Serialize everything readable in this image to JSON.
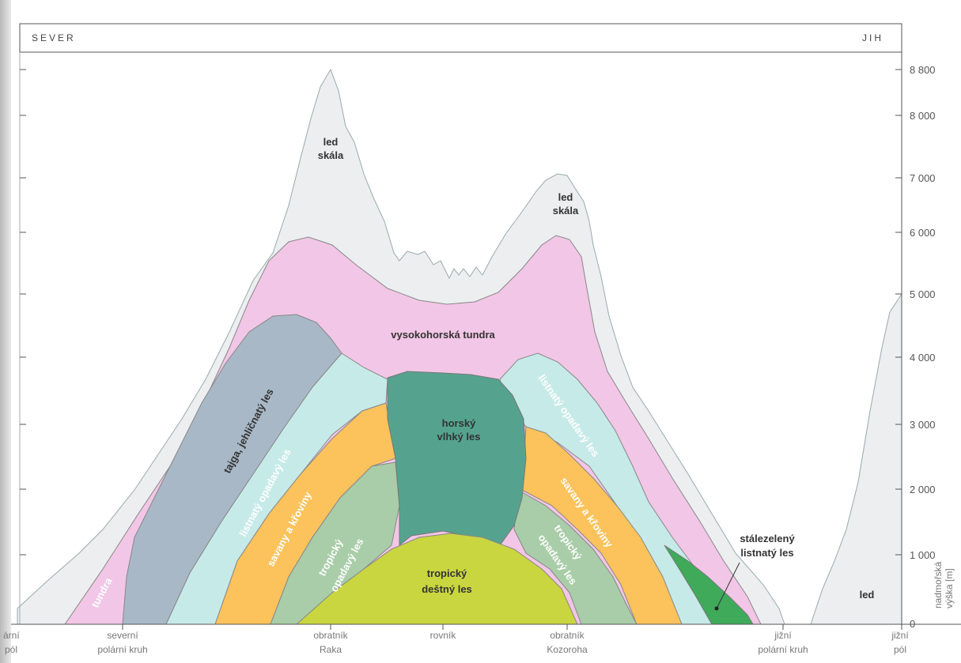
{
  "header": {
    "north": "SEVER",
    "south": "JIH"
  },
  "y_axis": {
    "title_line1": "nadmořská",
    "title_line2": "výška [m]",
    "ticks": [
      "8 800",
      "8 000",
      "7 000",
      "6 000",
      "5 000",
      "4 000",
      "3 000",
      "2 000",
      "1 000",
      "0"
    ]
  },
  "x_axis": {
    "np_1": "ární",
    "np_2": "pól",
    "nkr_1": "severní",
    "nkr_2": "polární kruh",
    "rak_1": "obratník",
    "rak_2": "Raka",
    "eq": "rovník",
    "koz_1": "obratník",
    "koz_2": "Kozoroha",
    "skr_1": "jižní",
    "skr_2": "polární kruh",
    "sp_1": "jižní",
    "sp_2": "pól"
  },
  "zones": {
    "ice_rock_1a": "led",
    "ice_rock_1b": "skála",
    "ice_rock_2a": "led",
    "ice_rock_2b": "skála",
    "alpine_tundra": "vysokohorská tundra",
    "taiga": "tajga, jehličnatý les",
    "deciduous_n": "listnatý opadavý les",
    "savanna_n": "savany a křoviny",
    "trop_decid_n_1": "tropický",
    "trop_decid_n_2": "opadavý les",
    "montane_1": "horský",
    "montane_2": "vlhký les",
    "rainforest_1": "tropický",
    "rainforest_2": "deštný les",
    "deciduous_s": "listnatý opadavý les",
    "savanna_s": "savany a křoviny",
    "trop_decid_s_1": "tropický",
    "trop_decid_s_2": "opadavý les",
    "evergreen_1": "stálezelený",
    "evergreen_2": "listnatý les",
    "tundra": "tundra",
    "ice_south": "led"
  },
  "colors": {
    "ice": "#eceef0",
    "alpine_tundra": "#f2c6e6",
    "taiga": "#a8b8c6",
    "deciduous": "#c6eae8",
    "savanna": "#fcc25c",
    "trop_decid": "#a8cda8",
    "montane": "#55a38e",
    "rainforest": "#c9d63f",
    "evergreen": "#3faa5a",
    "frame": "#555555"
  }
}
